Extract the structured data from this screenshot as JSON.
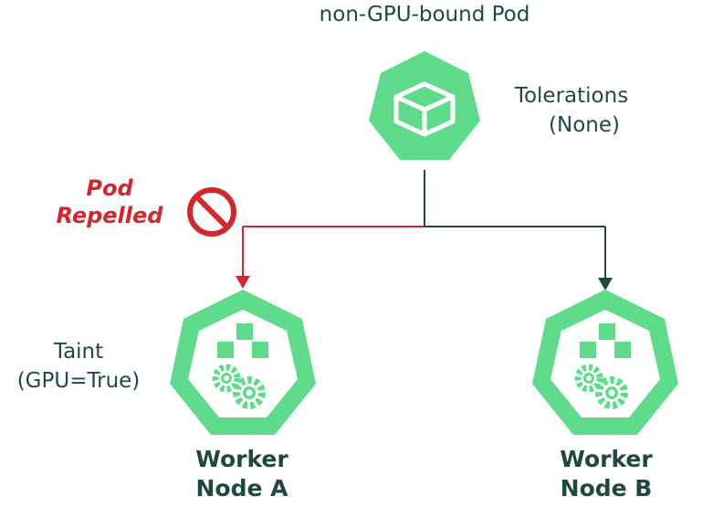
{
  "pod": {
    "title": "non-GPU-bound Pod",
    "tolerations": [
      "Tolerations",
      "(None)"
    ]
  },
  "repelled": {
    "lines": [
      "Pod",
      "Repelled"
    ],
    "icon": "no-entry-icon"
  },
  "node_a": {
    "taint": [
      "Taint",
      "(GPU=True)"
    ],
    "name": [
      "Worker",
      "Node A"
    ],
    "icon": "worker-node-icon"
  },
  "node_b": {
    "name": [
      "Worker",
      "Node B"
    ],
    "icon": "worker-node-icon"
  },
  "colors": {
    "green": "#5edc8c",
    "dark_green": "#1f4a3a",
    "red": "#d3262d",
    "white": "#ffffff"
  }
}
